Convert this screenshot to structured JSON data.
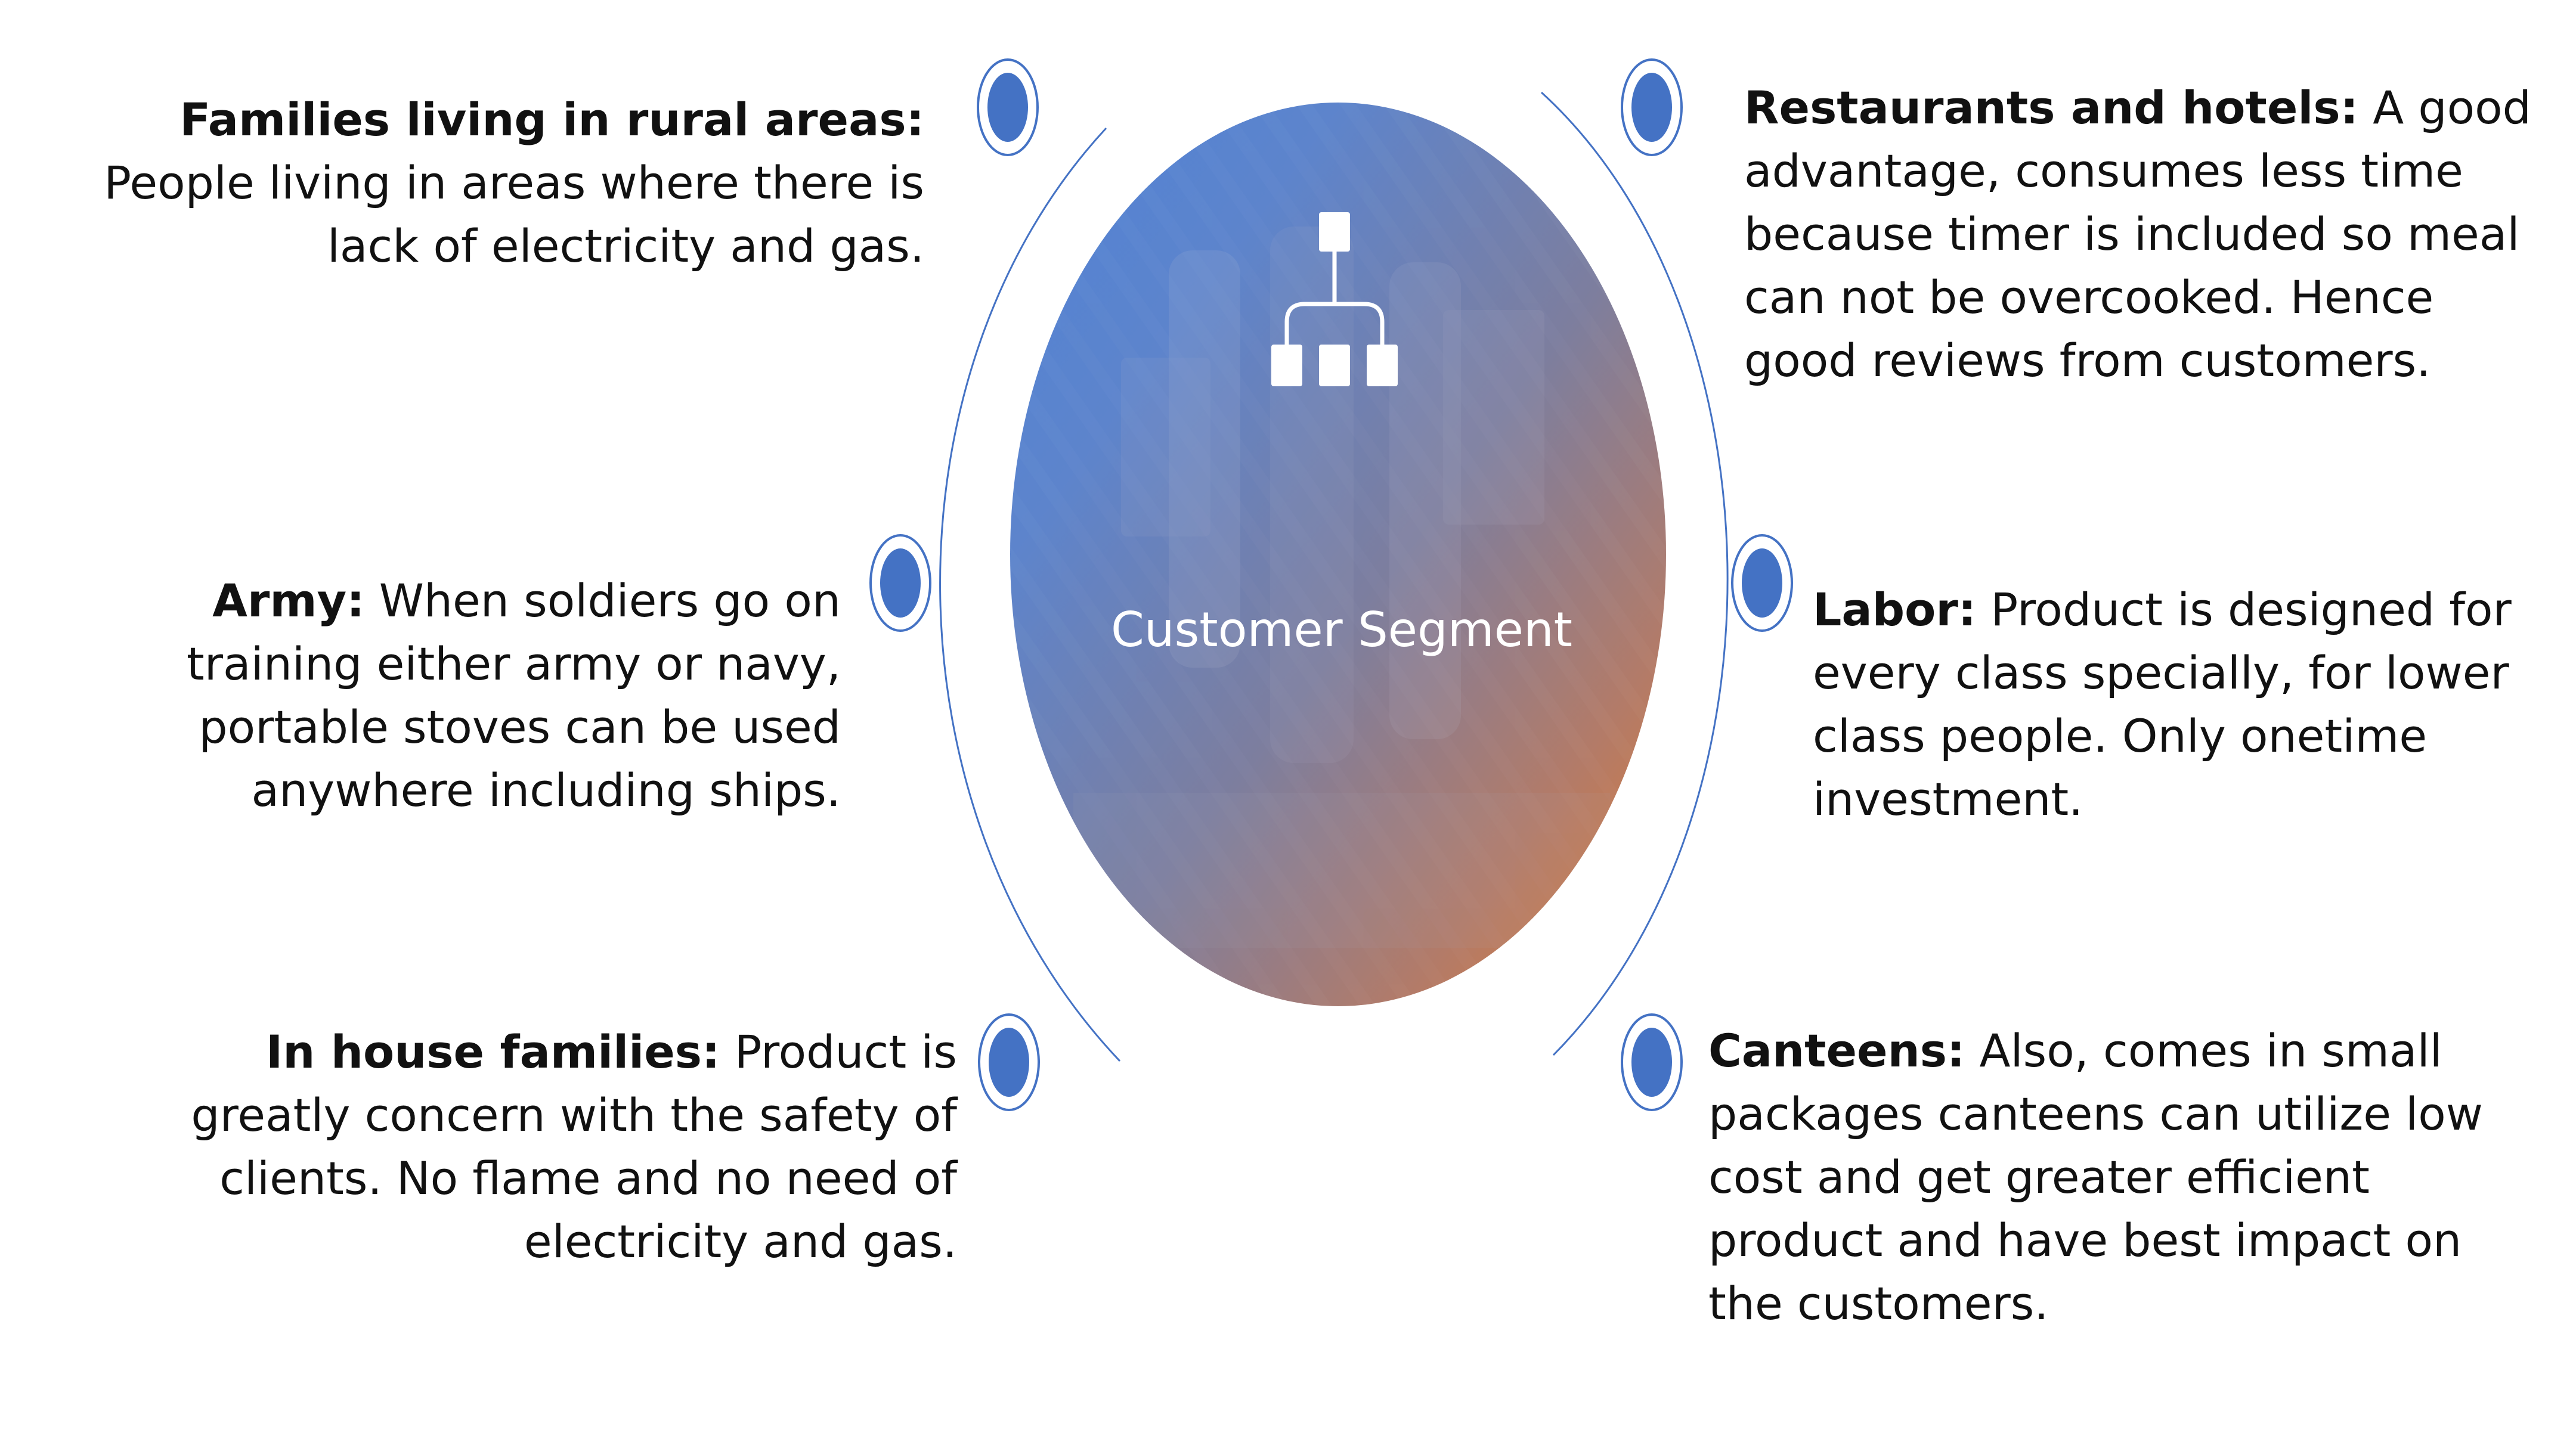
{
  "center": {
    "label": "Customer Segment",
    "icon": "hierarchy-icon"
  },
  "colors": {
    "gradient_start": "#4f82d6",
    "gradient_mid": "#7b7fa0",
    "gradient_end": "#d97b3a",
    "arc": "#4472c4",
    "marker_fill": "#4472c4",
    "marker_ring": "#4472c4"
  },
  "segments": {
    "rural": {
      "title": "Families living in rural areas:",
      "body": " People living in areas where there is lack of electricity and gas."
    },
    "army": {
      "title": "Army:",
      "body": " When soldiers go on training either army or navy, portable stoves can be used anywhere including ships."
    },
    "in_house": {
      "title": "In house families:",
      "body": " Product is greatly concern with the safety of clients. No flame and no need of electricity and gas."
    },
    "restaurants": {
      "title": "Restaurants and hotels:",
      "body": " A good advantage, consumes less time because timer is included so meal can not be overcooked. Hence good reviews from customers."
    },
    "labor": {
      "title": "Labor:",
      "body": " Product is designed for every class specially, for lower class people. Only onetime investment."
    },
    "canteens": {
      "title": "Canteens:",
      "body": " Also, comes in small packages canteens can utilize low cost and get greater efficient product and have best impact on the customers."
    }
  }
}
